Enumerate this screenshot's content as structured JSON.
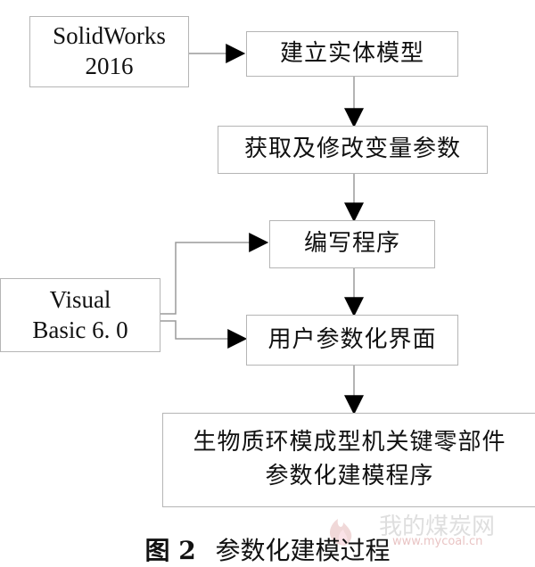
{
  "nodes": {
    "solidworks": {
      "line1": "SolidWorks",
      "line2": "2016"
    },
    "build_model": "建立实体模型",
    "get_modify": "获取及修改变量参数",
    "write_program": "编写程序",
    "vb": {
      "line1": "Visual",
      "line2": "Basic 6. 0"
    },
    "ui": "用户参数化界面",
    "final": {
      "line1": "生物质环模成型机关键零部件",
      "line2": "参数化建模程序"
    }
  },
  "caption": {
    "label": "图 2",
    "text": "参数化建模过程"
  },
  "watermark": {
    "text": "我的煤炭网",
    "url": "www.mycoal.cn"
  }
}
